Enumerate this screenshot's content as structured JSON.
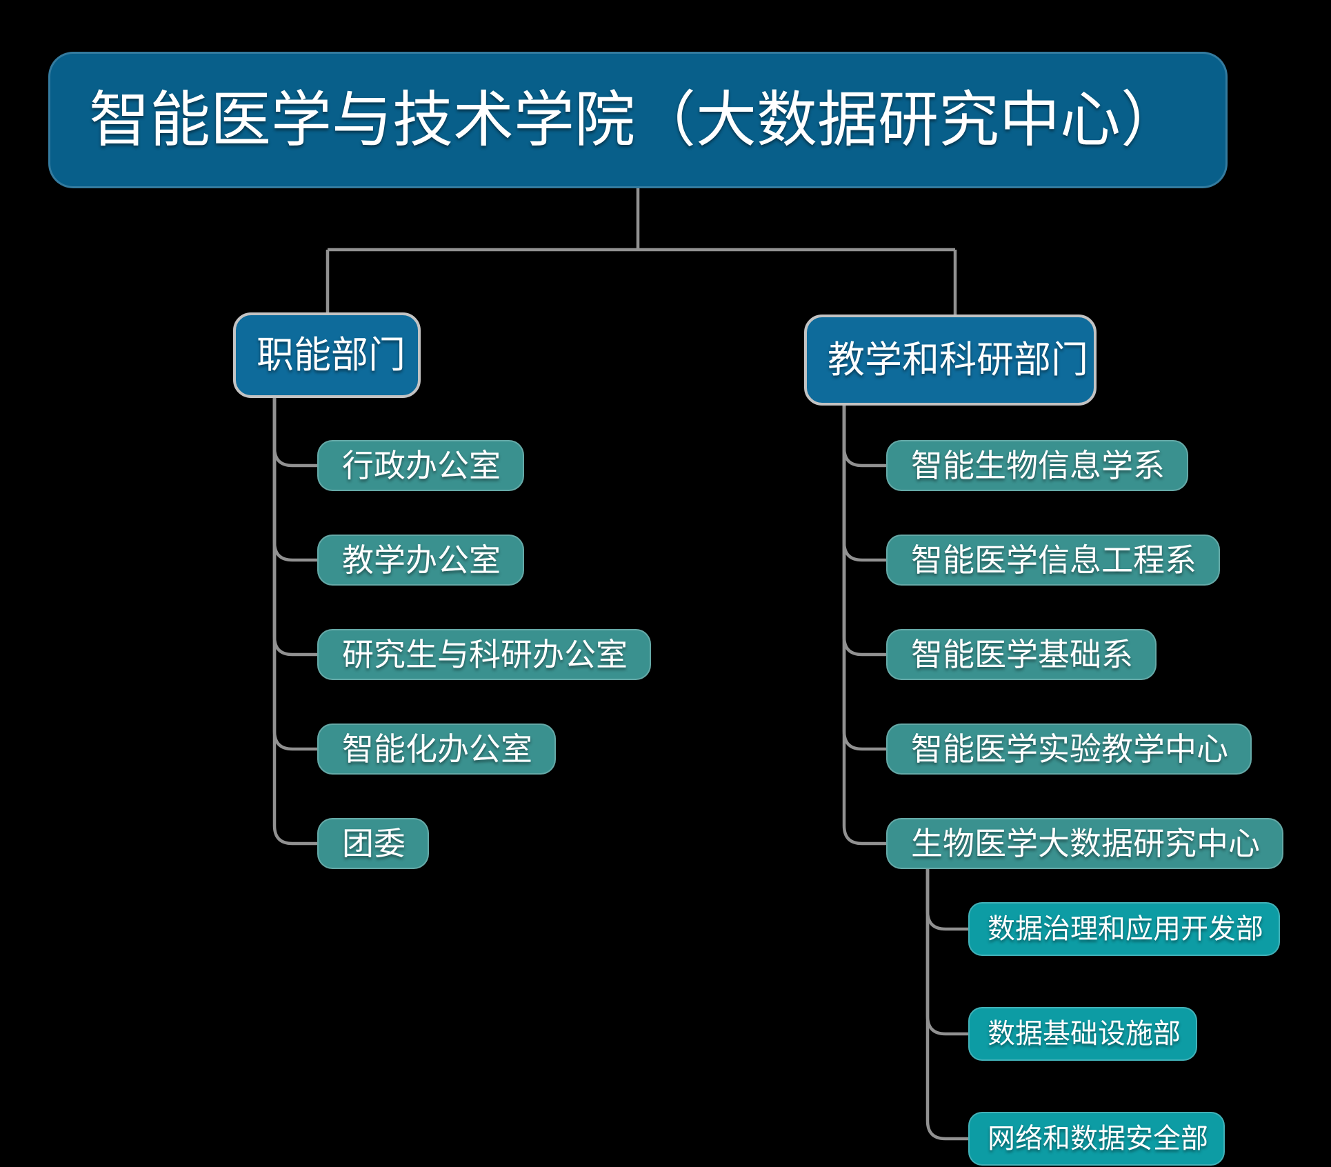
{
  "title": "智能医学与技术学院（大数据研究中心）",
  "root": {
    "label": "智能医学与技术学院（大数据研究中心）"
  },
  "branches": [
    {
      "label": "职能部门",
      "children": [
        {
          "label": "行政办公室"
        },
        {
          "label": "教学办公室"
        },
        {
          "label": "研究生与科研办公室"
        },
        {
          "label": "智能化办公室"
        },
        {
          "label": "团委"
        }
      ]
    },
    {
      "label": "教学和科研部门",
      "children": [
        {
          "label": "智能生物信息学系"
        },
        {
          "label": "智能医学信息工程系"
        },
        {
          "label": "智能医学基础系"
        },
        {
          "label": "智能医学实验教学中心"
        },
        {
          "label": "生物医学大数据研究中心",
          "children": [
            {
              "label": "数据治理和应用开发部"
            },
            {
              "label": "数据基础设施部"
            },
            {
              "label": "网络和数据安全部"
            }
          ]
        }
      ]
    }
  ],
  "colors": {
    "background": "#000000",
    "root_fill": "#085F8A",
    "branch_fill": "#0E6B9B",
    "leaf_fill": "#3A918F",
    "subleaf_fill": "#0D9CA4",
    "connector": "#919191",
    "text": "#FFFFFF",
    "branch_border": "#C3C3C3"
  }
}
